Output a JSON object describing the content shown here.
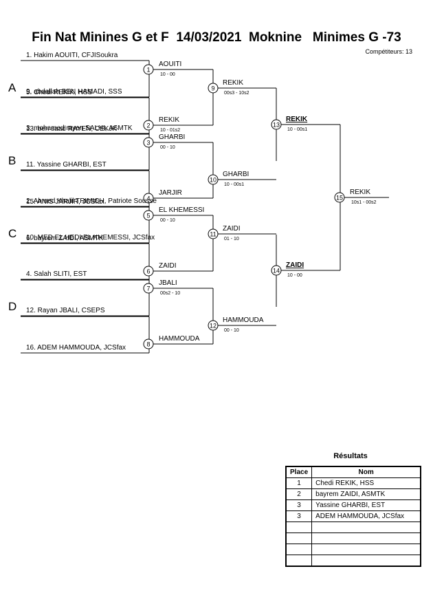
{
  "title": "Fin Nat Minines G et F  14/03/2021  Moknine   Minimes G -73",
  "competitors": "Compétiteurs: 13",
  "pools": [
    "A",
    "B",
    "C",
    "D"
  ],
  "entries": [
    "1. Hakim AOUITI, CFJISoukra",
    "9. abdallah BEN HAMADI, SSS",
    "5. Chedi REKIK, HSS",
    "13. ben saad RAYEN, CEKJK",
    "3. mohamed rayen SALHI, ASMTK",
    "11. Yassine GHARBI, EST",
    "",
    "15. ANIS JARJIR, JCSfax",
    "2. Ahmed Khalil TRIMICH, Patriote Sousse",
    "10. MED EL HEDI EL KHEMESSI, JCSfax",
    "6. bayrem ZAIDI, ASMTK",
    "",
    "4. Salah SLITI, EST",
    "12. Rayan JBALI, CSEPS",
    "",
    "16. ADEM HAMMOUDA, JCSfax"
  ],
  "matches": [
    {
      "num": "1",
      "winner": "AOUITI",
      "score": "10 - 00"
    },
    {
      "num": "2",
      "winner": "REKIK",
      "score": "10 - 01s2"
    },
    {
      "num": "3",
      "winner": "GHARBI",
      "score": "00 - 10"
    },
    {
      "num": "4",
      "winner": "JARJIR",
      "score": ""
    },
    {
      "num": "5",
      "winner": "EL KHEMESSI",
      "score": "00 - 10"
    },
    {
      "num": "6",
      "winner": "ZAIDI",
      "score": ""
    },
    {
      "num": "7",
      "winner": "JBALI",
      "score": "00s2 - 10"
    },
    {
      "num": "8",
      "winner": "HAMMOUDA",
      "score": ""
    },
    {
      "num": "9",
      "winner": "REKIK",
      "score": "00s3 - 10s2"
    },
    {
      "num": "10",
      "winner": "GHARBI",
      "score": "10 - 00s1"
    },
    {
      "num": "11",
      "winner": "ZAIDI",
      "score": "01 - 10"
    },
    {
      "num": "12",
      "winner": "HAMMOUDA",
      "score": "00 - 10"
    },
    {
      "num": "13",
      "winner": "REKIK",
      "score": "10 - 00s1"
    },
    {
      "num": "14",
      "winner": "ZAIDI",
      "score": "10 - 00"
    },
    {
      "num": "15",
      "winner": "REKIK",
      "score": "10s1 - 00s2"
    }
  ],
  "results": {
    "title": "Résultats",
    "col_place": "Place",
    "col_name": "Nom",
    "rows": [
      {
        "place": "1",
        "name": "Chedi REKIK, HSS"
      },
      {
        "place": "2",
        "name": "bayrem ZAIDI, ASMTK"
      },
      {
        "place": "3",
        "name": "Yassine GHARBI, EST"
      },
      {
        "place": "3",
        "name": "ADEM HAMMOUDA, JCSfax"
      },
      {
        "place": "",
        "name": ""
      },
      {
        "place": "",
        "name": ""
      },
      {
        "place": "",
        "name": ""
      },
      {
        "place": "",
        "name": ""
      }
    ]
  }
}
